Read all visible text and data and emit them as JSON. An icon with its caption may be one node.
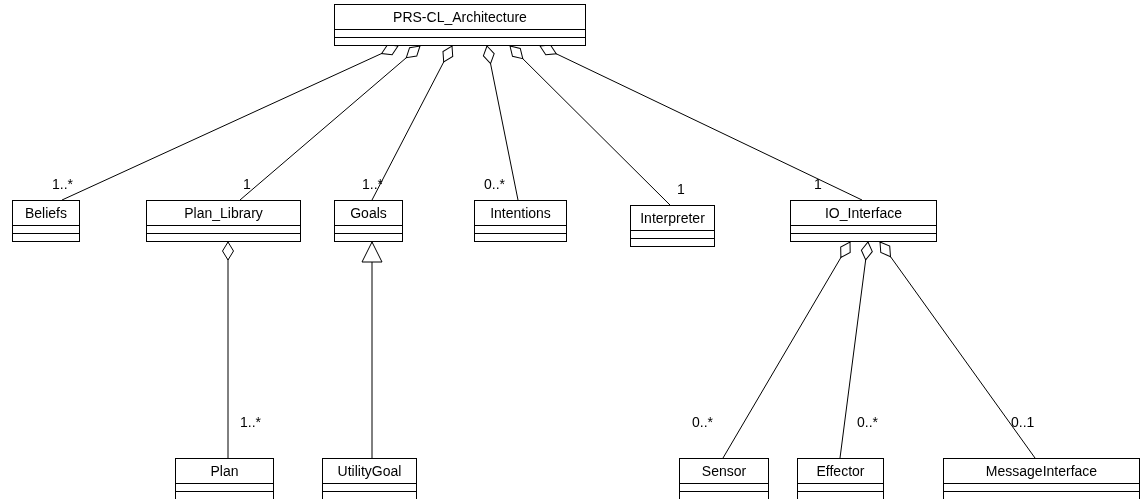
{
  "diagram": {
    "nodes": [
      {
        "text": [
          "PRS-CL_Architecture"
        ]
      },
      {
        "text": [
          "Beliefs"
        ]
      },
      {
        "text": [
          "Plan_Library"
        ]
      },
      {
        "text": [
          "Goals"
        ]
      },
      {
        "text": [
          "Intentions"
        ]
      },
      {
        "text": [
          "Interpreter"
        ]
      },
      {
        "text": [
          "IO_Interface"
        ]
      },
      {
        "text": [
          "Plan"
        ]
      },
      {
        "text": [
          "UtilityGoal"
        ]
      },
      {
        "text": [
          "Sensor"
        ]
      },
      {
        "text": [
          "Effector"
        ]
      },
      {
        "text": [
          "MessageInterface"
        ]
      }
    ],
    "edges": [
      {
        "from": 0,
        "to": 1,
        "arrow": "other",
        "label": "1..*"
      },
      {
        "from": 0,
        "to": 2,
        "arrow": "other",
        "label": "1"
      },
      {
        "from": 0,
        "to": 3,
        "arrow": "other",
        "label": "1..*"
      },
      {
        "from": 0,
        "to": 4,
        "arrow": "other",
        "label": "0..*"
      },
      {
        "from": 0,
        "to": 5,
        "arrow": "other",
        "label": "1"
      },
      {
        "from": 0,
        "to": 6,
        "arrow": "other",
        "label": "1"
      },
      {
        "from": 2,
        "to": 7,
        "arrow": "other",
        "label": "1..*"
      },
      {
        "from": 8,
        "to": 3,
        "arrow": "to"
      },
      {
        "from": 6,
        "to": 9,
        "arrow": "other",
        "label": "0..*"
      },
      {
        "from": 6,
        "to": 10,
        "arrow": "other",
        "label": "0..*"
      },
      {
        "from": 6,
        "to": 11,
        "arrow": "other",
        "label": "0..1"
      }
    ]
  }
}
